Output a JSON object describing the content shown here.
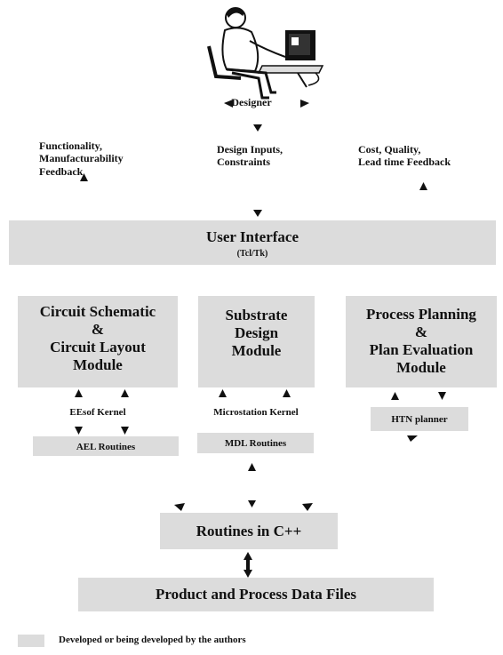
{
  "designer": {
    "label": "Designer"
  },
  "feedback": {
    "left": [
      "Functionality,",
      "Manufacturability",
      "Feedback"
    ],
    "middle": [
      "Design Inputs,",
      "Constraints"
    ],
    "right": [
      "Cost, Quality,",
      "Lead time Feedback"
    ]
  },
  "user_interface": {
    "title": "User Interface",
    "subtitle": "(Tcl/Tk)"
  },
  "modules": {
    "circuit": [
      "Circuit Schematic",
      "&",
      "Circuit Layout",
      "Module"
    ],
    "substrate": [
      "Substrate",
      "Design",
      "Module"
    ],
    "process": [
      "Process Planning",
      "&",
      "Plan Evaluation",
      "Module"
    ]
  },
  "kernels": {
    "eesof": "EEsof Kernel",
    "microstation": "Microstation Kernel"
  },
  "routines": {
    "ael": "AEL Routines",
    "mdl": "MDL Routines",
    "htn": "HTN planner",
    "cpp": "Routines in C++"
  },
  "data_files": "Product and Process Data Files",
  "legend": {
    "text": "Developed or being developed by the authors"
  }
}
